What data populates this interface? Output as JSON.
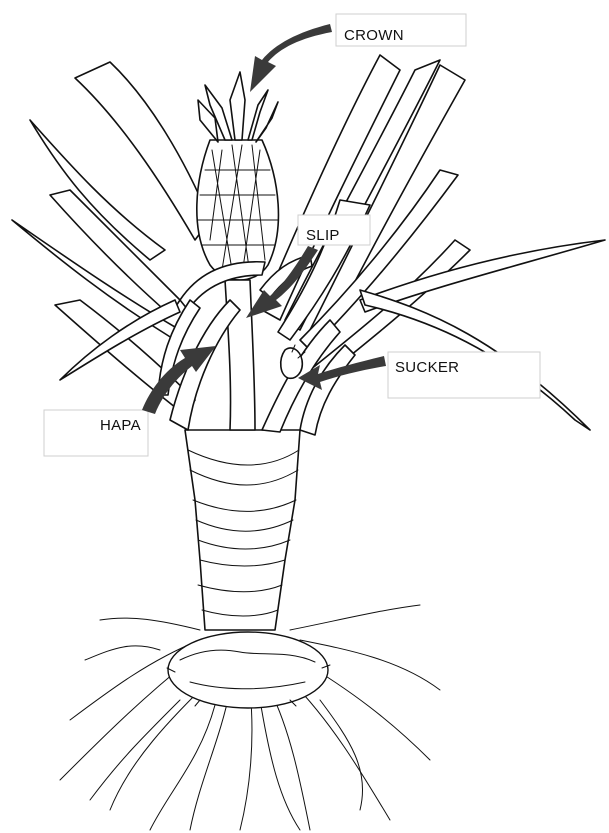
{
  "labels": {
    "crown": "CROWN",
    "slip": "SLIP",
    "sucker": "SUCKER",
    "hapa": "HAPA"
  }
}
